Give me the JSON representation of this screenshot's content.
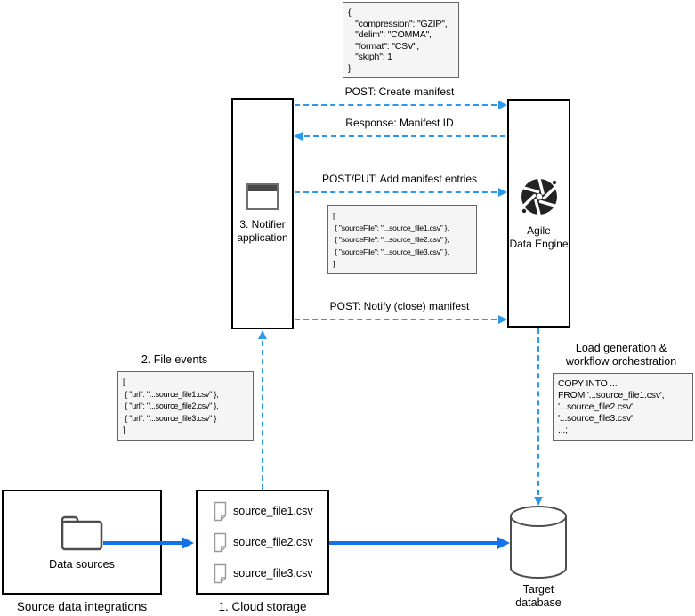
{
  "colors": {
    "dashed_arrow": "#2b98f0",
    "solid_arrow": "#1372e8",
    "code_bg": "#f5f5f5",
    "code_border": "#666666"
  },
  "arrows": {
    "create_manifest": "POST: Create manifest",
    "response_manifest": "Response: Manifest ID",
    "add_entries": "POST/PUT: Add manifest entries",
    "notify_manifest": "POST: Notify (close) manifest",
    "file_events": "2. File events",
    "load_generation_line1": "Load generation &",
    "load_generation_line2": "workflow orchestration"
  },
  "nodes": {
    "notifier": {
      "label_line1": "3. Notifier",
      "label_line2": "application"
    },
    "engine": {
      "label_line1": "Agile",
      "label_line2": "Data Engine"
    },
    "data_sources": {
      "label": "Data sources"
    },
    "target_db": {
      "label_line1": "Target",
      "label_line2": "database"
    }
  },
  "captions": {
    "source_data_integrations": "Source data integrations",
    "cloud_storage": "1. Cloud storage"
  },
  "files": [
    "source_file1.csv",
    "source_file2.csv",
    "source_file3.csv"
  ],
  "code_blocks": {
    "manifest_options": {
      "lines": [
        "{",
        "   \"compression\": \"GZIP\",",
        "   \"delim\": \"COMMA\",",
        "   \"format\": \"CSV\",",
        "   \"skiph\": 1",
        "}"
      ]
    },
    "manifest_entries": {
      "lines": [
        "[",
        " { \"sourceFile\": \"...source_file1.csv\" },",
        " { \"sourceFile\": \"...source_file2.csv\" },",
        " { \"sourceFile\": \"...source_file3.csv\" },",
        "]"
      ]
    },
    "file_events": {
      "lines": [
        "[",
        " { \"url\": \"...source_file1.csv\" },",
        " { \"url\": \"...source_file2.csv\" },",
        " { \"url\": \"...source_file3.csv\" }",
        "]"
      ]
    },
    "copy_into": {
      "lines": [
        "COPY INTO ...",
        "FROM '...source_file1.csv',",
        "'...source_file2.csv',",
        "'...source_file3.csv'",
        "...;"
      ]
    }
  }
}
